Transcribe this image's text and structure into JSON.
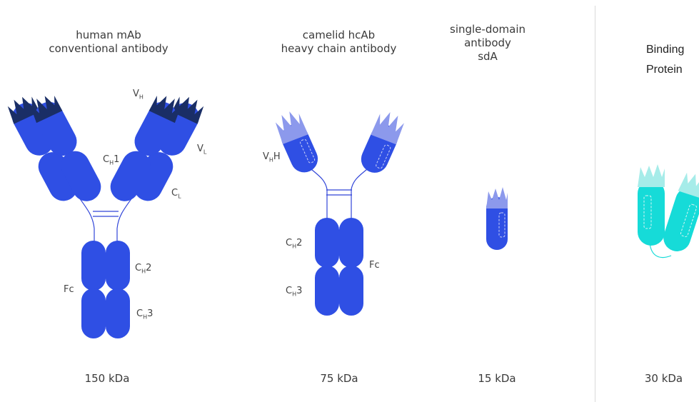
{
  "colors": {
    "domain": "#2f4fe4",
    "variable_tip": "#1a2e66",
    "vhh_tip": "#8c99ec",
    "linker": "#3145d8",
    "binding_protein": "#16dbd8",
    "binding_tip": "#a6ece9",
    "divider": "#d9d9d9"
  },
  "formats": [
    {
      "id": "mab",
      "title_lines": [
        "human mAb",
        "conventional antibody"
      ],
      "weight": "150 kDa",
      "labels": {
        "vh": "V",
        "vh_sub": "H",
        "vl": "V",
        "vl_sub": "L",
        "ch1": "C",
        "ch1_sub": "H",
        "ch1_suffix": "1",
        "cl": "C",
        "cl_sub": "L",
        "ch2": "C",
        "ch2_sub": "H",
        "ch2_suffix": "2",
        "ch3": "C",
        "ch3_sub": "H",
        "ch3_suffix": "3",
        "fc": "Fc"
      }
    },
    {
      "id": "hcab",
      "title_lines": [
        "camelid hcAb",
        "heavy chain antibody"
      ],
      "weight": "75 kDa",
      "labels": {
        "vhh": "V",
        "vhh_sub": "H",
        "vhh_suffix": "H",
        "ch2": "C",
        "ch2_sub": "H",
        "ch2_suffix": "2",
        "ch3": "C",
        "ch3_sub": "H",
        "ch3_suffix": "3",
        "fc": "Fc"
      }
    },
    {
      "id": "sda",
      "title_lines": [
        "single-domain",
        "antibody",
        "sdA"
      ],
      "weight": "15 kDa"
    },
    {
      "id": "binding",
      "title_lines": [
        "Binding",
        "Protein"
      ],
      "weight": "30 kDa"
    }
  ]
}
